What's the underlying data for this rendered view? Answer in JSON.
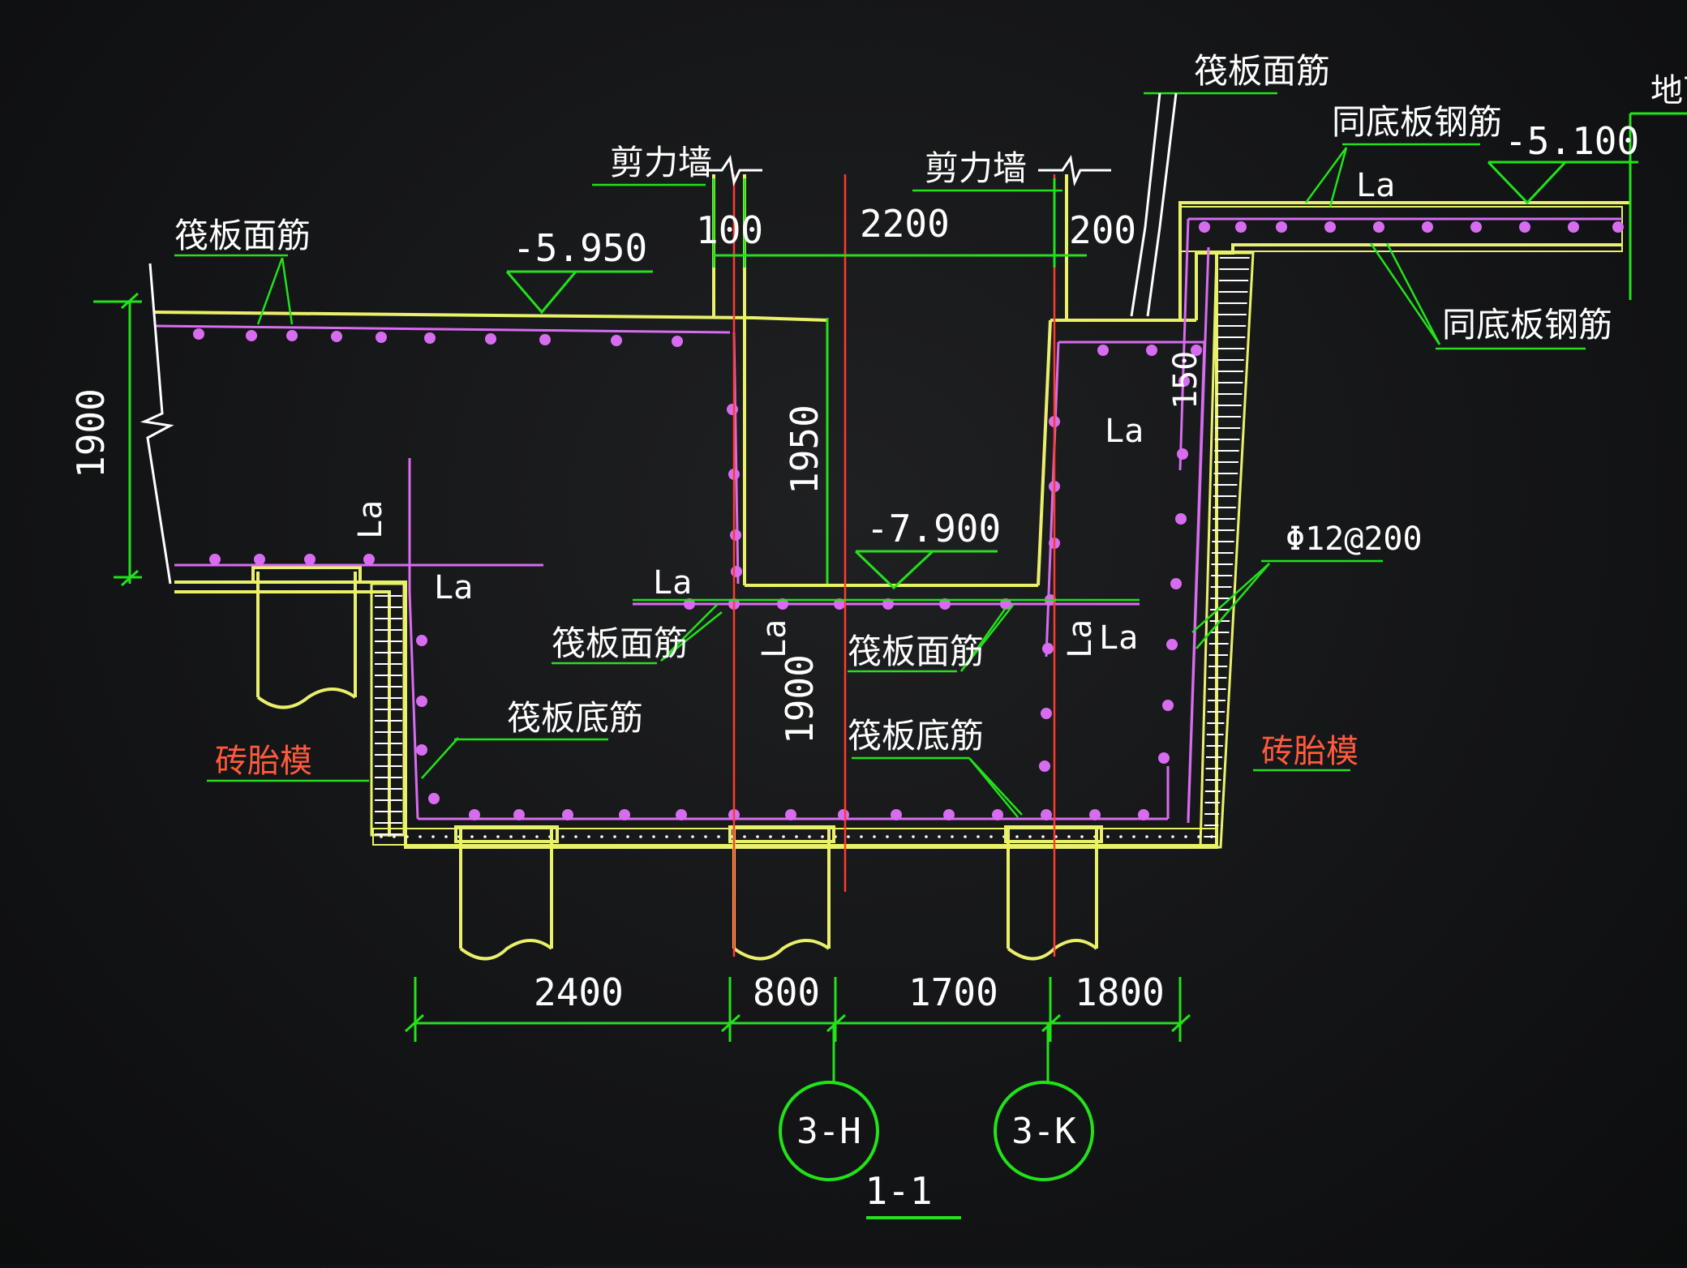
{
  "colors": {
    "background": "#141517",
    "rebar": "#d86cf0",
    "concrete": "#e9f06a",
    "dimension": "#22e21a",
    "text": "#ffffff",
    "axis_line": "#ff3b2f",
    "brick": "#ff5a3c"
  },
  "labels": {
    "raft_top_bar": "筏板面筋",
    "raft_bottom_bar": "筏板底筋",
    "shear_wall": "剪力墙",
    "same_as_slab_bar": "同底板钢筋",
    "brick_mold": "砖胎模",
    "anchor": "La",
    "rebar_spec": "Φ12@200"
  },
  "elevations": {
    "left_top": "-5.950",
    "pit_bottom": "-7.900",
    "right_top": "-5.100"
  },
  "dimensions": {
    "left_height": "1900",
    "wall_left": "100",
    "pit_width": "2200",
    "wall_right": "200",
    "pit_depth": "1950",
    "pit_bottom_depth": "1900",
    "corner": "150",
    "bottom": [
      "2400",
      "800",
      "1700",
      "1800"
    ]
  },
  "axes": {
    "left": "3-H",
    "right": "3-K"
  },
  "section_title": "1-1",
  "cut_off_text": "地下"
}
